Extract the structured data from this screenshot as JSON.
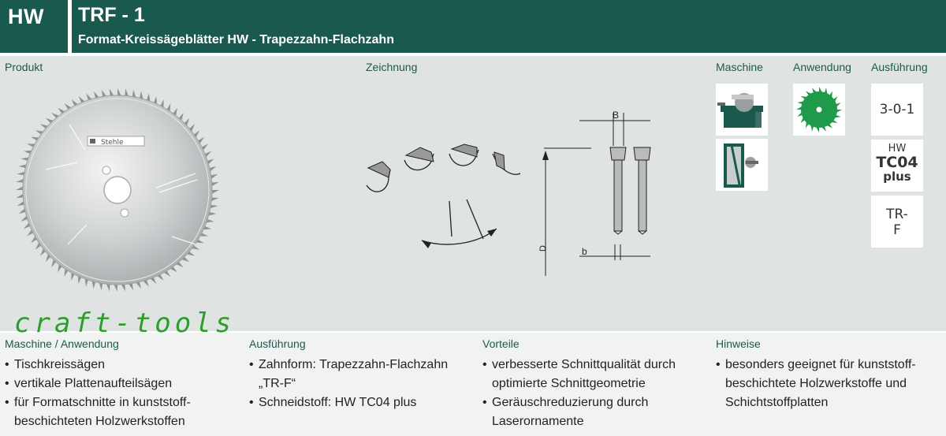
{
  "header": {
    "category": "HW",
    "model": "TRF - 1",
    "subtitle": "Format-Kreissägeblätter HW - Trapezzahn-Flachzahn"
  },
  "columns": {
    "produkt": "Produkt",
    "zeichnung": "Zeichnung",
    "maschine": "Maschine",
    "anwendung": "Anwendung",
    "ausfuehrung": "Ausführung"
  },
  "blade": {
    "logo_text": "Stehle"
  },
  "drawing": {
    "label_B": "B",
    "label_b": "b",
    "label_D": "D"
  },
  "ausfuehrung_tiles": {
    "code": "3-0-1",
    "material_line1": "HW",
    "material_line2": "TC04",
    "material_line3": "plus",
    "tooth_line1": "TR-",
    "tooth_line2": "F"
  },
  "brand": "craft-tools",
  "bottom": {
    "col1": {
      "title": "Maschine / Anwendung",
      "items": [
        "Tischkreissägen",
        "vertikale Plattenaufteilsägen",
        "für Formatschnitte in kunststoff-",
        "beschichteten Holzwerkstoffen"
      ]
    },
    "col2": {
      "title": "Ausführung",
      "items": [
        "Zahnform: Trapezzahn-Flachzahn",
        "„TR-F“",
        "Schneidstoff: HW TC04 plus"
      ]
    },
    "col3": {
      "title": "Vorteile",
      "items": [
        "verbesserte Schnittqualität durch",
        "optimierte Schnittgeometrie",
        "Geräuschreduzierung durch",
        "Laserornamente"
      ]
    },
    "col4": {
      "title": "Hinweise",
      "items": [
        "besonders geeignet für kunststoff-",
        "beschichtete Holzwerkstoffe und",
        "Schichtstoffplatten"
      ]
    }
  },
  "colors": {
    "brand_green": "#1a5a4e",
    "panel": "#dfe4e2",
    "logo_green": "#2c9e2a",
    "icon_green": "#1e9a4a"
  }
}
